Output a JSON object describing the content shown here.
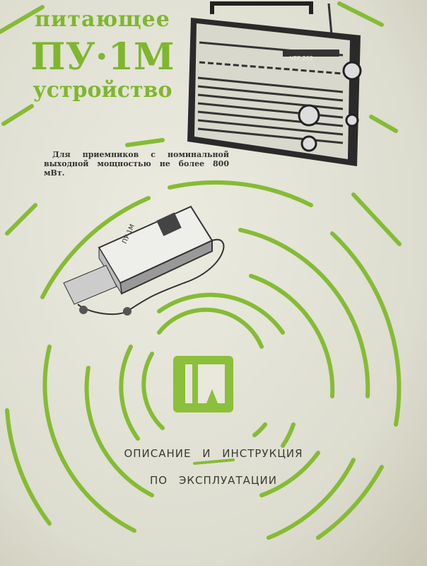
{
  "cover": {
    "title_top": "питающее",
    "model": "ПУ·1М",
    "title_bottom": "устройство",
    "description": "Для приемников с номинальной выходной мощностью не более 800 мВт.",
    "caption_line1": "ОПИСАНИЕ И ИНСТРУКЦИЯ",
    "caption_line2": "ПО ЭКСПЛУАТАЦИИ",
    "radio_label": "VEF 202",
    "device_label": "ПУ-1М",
    "accent_color": "#7fb62e"
  }
}
